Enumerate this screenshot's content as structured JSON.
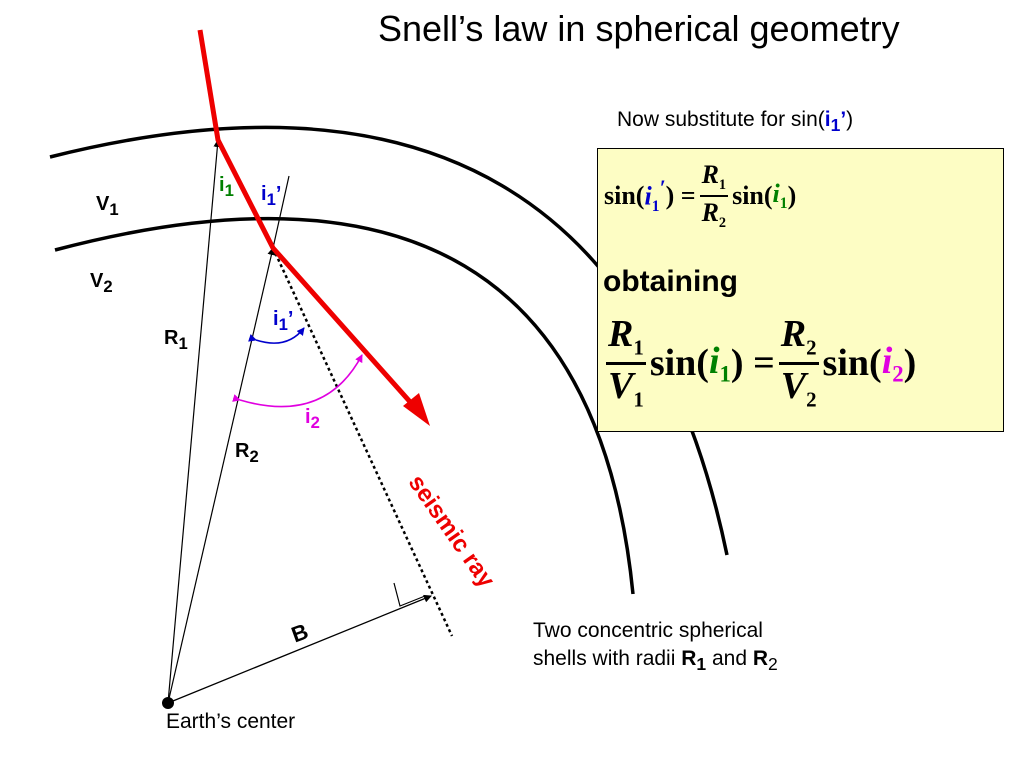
{
  "title": "Snell’s law in spherical geometry",
  "now_substitute": {
    "prefix": "Now substitute for sin(",
    "var": "i",
    "sub": "1",
    "prime": "’",
    "suffix": ")"
  },
  "equation1": {
    "lhs_func": "sin(",
    "lhs_var": "i",
    "lhs_sub": "1",
    "lhs_prime": "′",
    "lhs_close": ") =",
    "num": "R",
    "num_sub": "1",
    "den": "R",
    "den_sub": "2",
    "rhs_func": "sin(",
    "rhs_var": "i",
    "rhs_sub": "1",
    "rhs_close": ")"
  },
  "obtaining": "obtaining",
  "equation2": {
    "l_num": "R",
    "l_num_sub": "1",
    "l_den": "V",
    "l_den_sub": "1",
    "l_func": "sin(",
    "l_var": "i",
    "l_var_sub": "1",
    "l_close": ") =",
    "r_num": "R",
    "r_num_sub": "2",
    "r_den": "V",
    "r_den_sub": "2",
    "r_func": "sin(",
    "r_var": "i",
    "r_var_sub": "2",
    "r_close": ")"
  },
  "labels": {
    "v1": "V",
    "v1_sub": "1",
    "v2": "V",
    "v2_sub": "2",
    "r1": "R",
    "r1_sub": "1",
    "r2": "R",
    "r2_sub": "2",
    "i1": "i",
    "i1_sub": "1",
    "i1p_top": "i",
    "i1p_top_sub": "1",
    "i1p_top_prime": "’",
    "i1p_lower": "i",
    "i1p_lower_sub": "1",
    "i1p_lower_prime": "’",
    "i2": "i",
    "i2_sub": "2",
    "b": "B",
    "seismic_ray": "seismic ray",
    "earth_center": "Earth’s center"
  },
  "note": {
    "line1": "Two concentric spherical",
    "line2_prefix": "shells with radii ",
    "r1": "R",
    "r1_sub": "1",
    "and": " and ",
    "r2": "R",
    "r2_sub": "2"
  },
  "colors": {
    "ray": "#ee0000",
    "i1": "#008000",
    "i1_prime": "#0000cc",
    "i2": "#e000e0",
    "box_fill": "#fdfdc4"
  }
}
